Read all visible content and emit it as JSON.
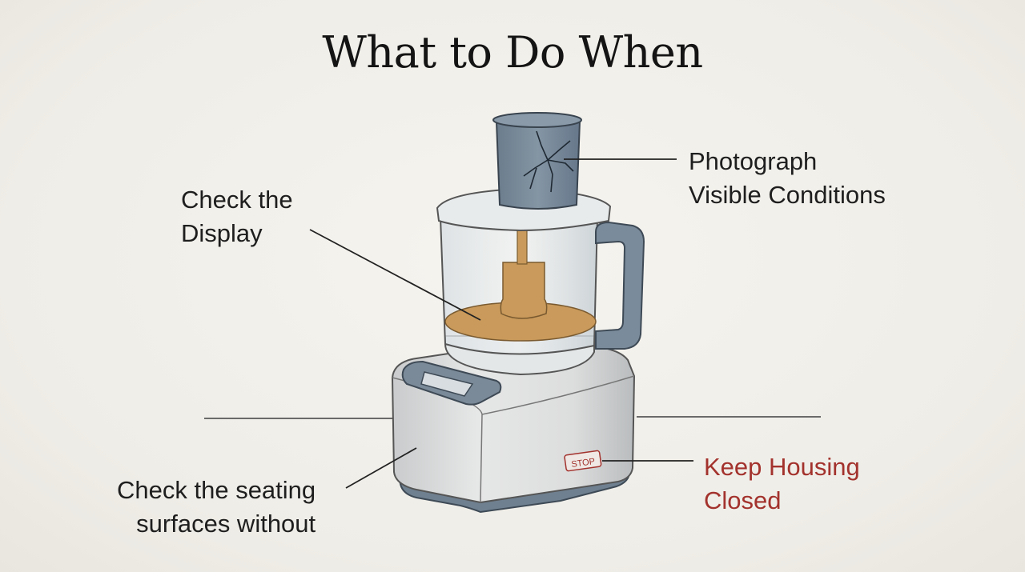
{
  "title": "What to Do When",
  "callouts": {
    "display": {
      "lines": [
        "Check the",
        "Display"
      ]
    },
    "photograph": {
      "lines": [
        "Photograph",
        "Visible Conditions"
      ]
    },
    "seating": {
      "lines": [
        "Check the seating",
        "surfaces without"
      ]
    },
    "housing": {
      "lines": [
        "Keep Housing",
        "Closed"
      ],
      "color": "#a3322d"
    }
  },
  "appliance": {
    "stop_button_label": "STOP",
    "colors": {
      "body": "#d9dbdc",
      "trim": "#6f8090",
      "blade": "#c99a5b",
      "chute": "#7a8b9b"
    }
  }
}
